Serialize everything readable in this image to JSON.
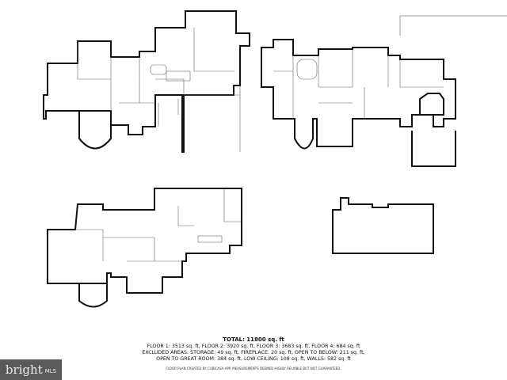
{
  "summary": {
    "total": "TOTAL: 11800 sq. ft",
    "floors": "FLOOR 1: 3513 sq. ft, FLOOR 2: 3920 sq. ft, FLOOR 3: 3683 sq. ft, FLOOR 4: 684 sq. ft",
    "excluded_1": "EXCLUDED AREAS: STORAGE: 49 sq. ft, FIREPLACE: 20 sq. ft, OPEN TO BELOW: 211 sq. ft,",
    "excluded_2": "OPEN TO GREAT ROOM: 384 sq. ft, LOW CEILING: 108 sq. ft, WALLS: 582 sq. ft",
    "note": "FLOOR PLAN CREATED BY CUBICASA APP. MEASUREMENTS DEEMED HIGHLY RELIABLE BUT NOT GUARANTEED."
  },
  "logo": {
    "brand": "bright",
    "suffix": "MLS"
  }
}
